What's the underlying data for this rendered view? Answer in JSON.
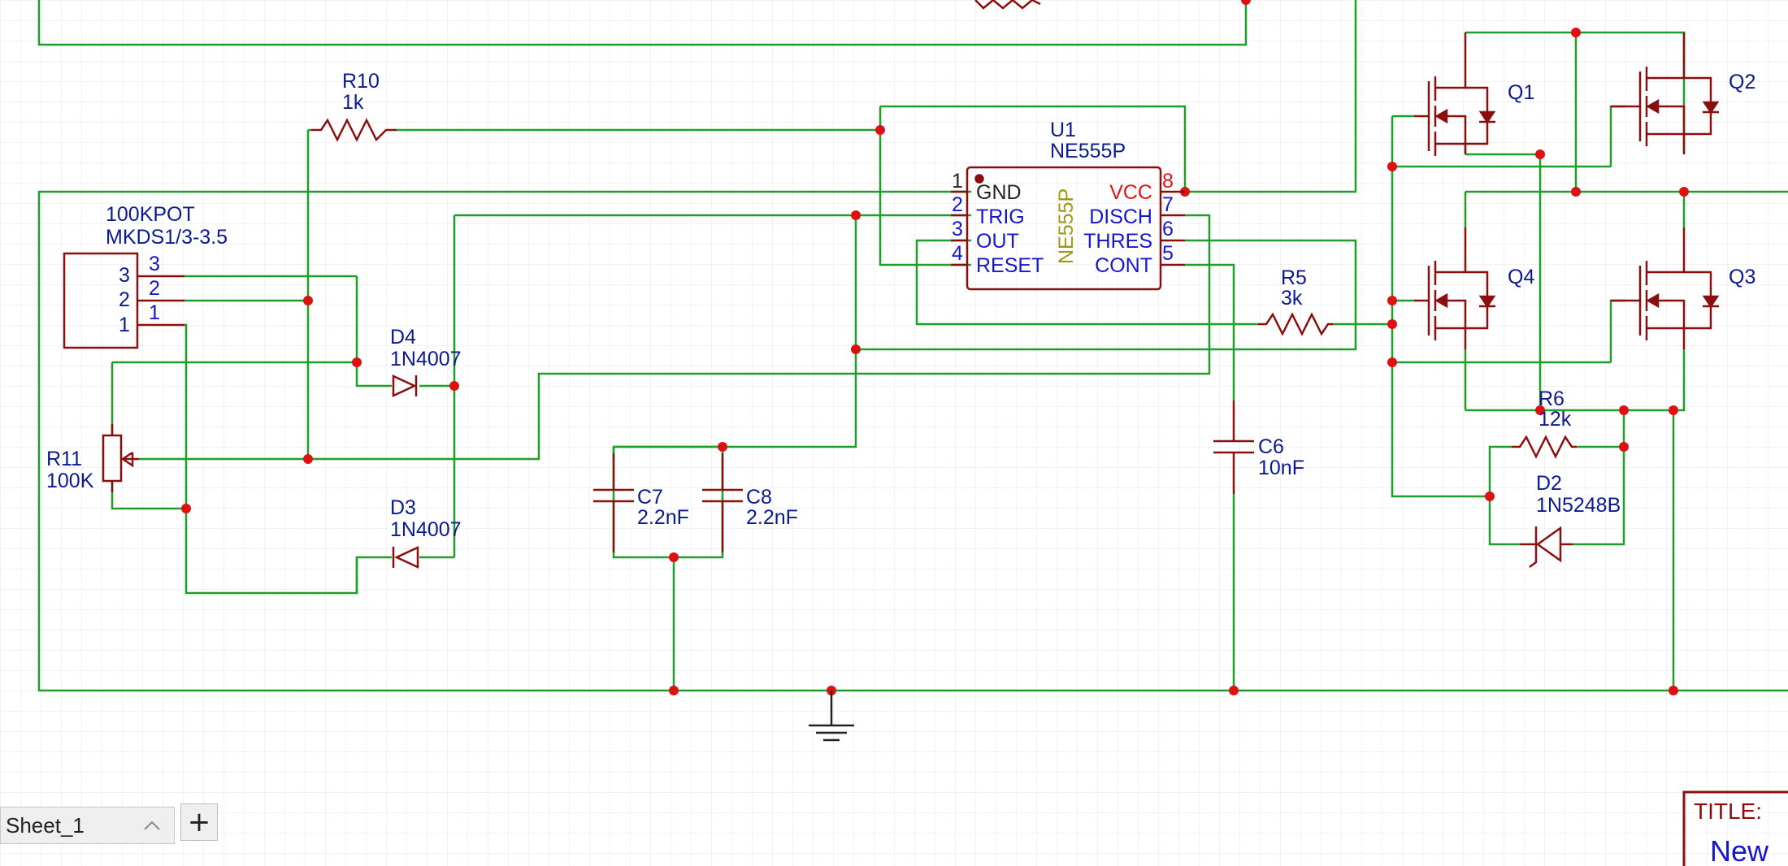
{
  "colors": {
    "wire": "#1f9e2a",
    "component": "#8b0e0e",
    "junction": "#dd1111",
    "label": "#0b1a8f",
    "pin": "#1616cc",
    "power_pin": "#e01515",
    "ic_name": "#9a9a12",
    "grid": "#e6e6e6"
  },
  "components": {
    "r10": {
      "ref": "R10",
      "value": "1k"
    },
    "r5": {
      "ref": "R5",
      "value": "3k"
    },
    "r6": {
      "ref": "R6",
      "value": "12k"
    },
    "r11": {
      "ref": "R11",
      "value": "100K"
    },
    "pot_connector": {
      "ref": "100KPOT",
      "value": "MKDS1/3-3.5",
      "pins": [
        "3",
        "2",
        "1"
      ],
      "pins_inner": [
        "3",
        "2",
        "1"
      ]
    },
    "d4": {
      "ref": "D4",
      "value": "1N4007"
    },
    "d3": {
      "ref": "D3",
      "value": "1N4007"
    },
    "d2": {
      "ref": "D2",
      "value": "1N5248B"
    },
    "c7": {
      "ref": "C7",
      "value": "2.2nF"
    },
    "c8": {
      "ref": "C8",
      "value": "2.2nF"
    },
    "c6": {
      "ref": "C6",
      "value": "10nF"
    },
    "q1": {
      "ref": "Q1"
    },
    "q2": {
      "ref": "Q2"
    },
    "q3": {
      "ref": "Q3"
    },
    "q4": {
      "ref": "Q4"
    },
    "u1": {
      "ref": "U1",
      "value": "NE555P",
      "body_text": "NE555P",
      "left_pins": [
        {
          "num": "1",
          "name": "GND"
        },
        {
          "num": "2",
          "name": "TRIG"
        },
        {
          "num": "3",
          "name": "OUT"
        },
        {
          "num": "4",
          "name": "RESET"
        }
      ],
      "right_pins": [
        {
          "num": "8",
          "name": "VCC"
        },
        {
          "num": "7",
          "name": "DISCH"
        },
        {
          "num": "6",
          "name": "THRES"
        },
        {
          "num": "5",
          "name": "CONT"
        }
      ]
    }
  },
  "sheet_tab": {
    "label": "Sheet_1"
  },
  "add_sheet": {
    "label": "+"
  },
  "title_block": {
    "title_label": "TITLE:",
    "title_value": "New"
  }
}
